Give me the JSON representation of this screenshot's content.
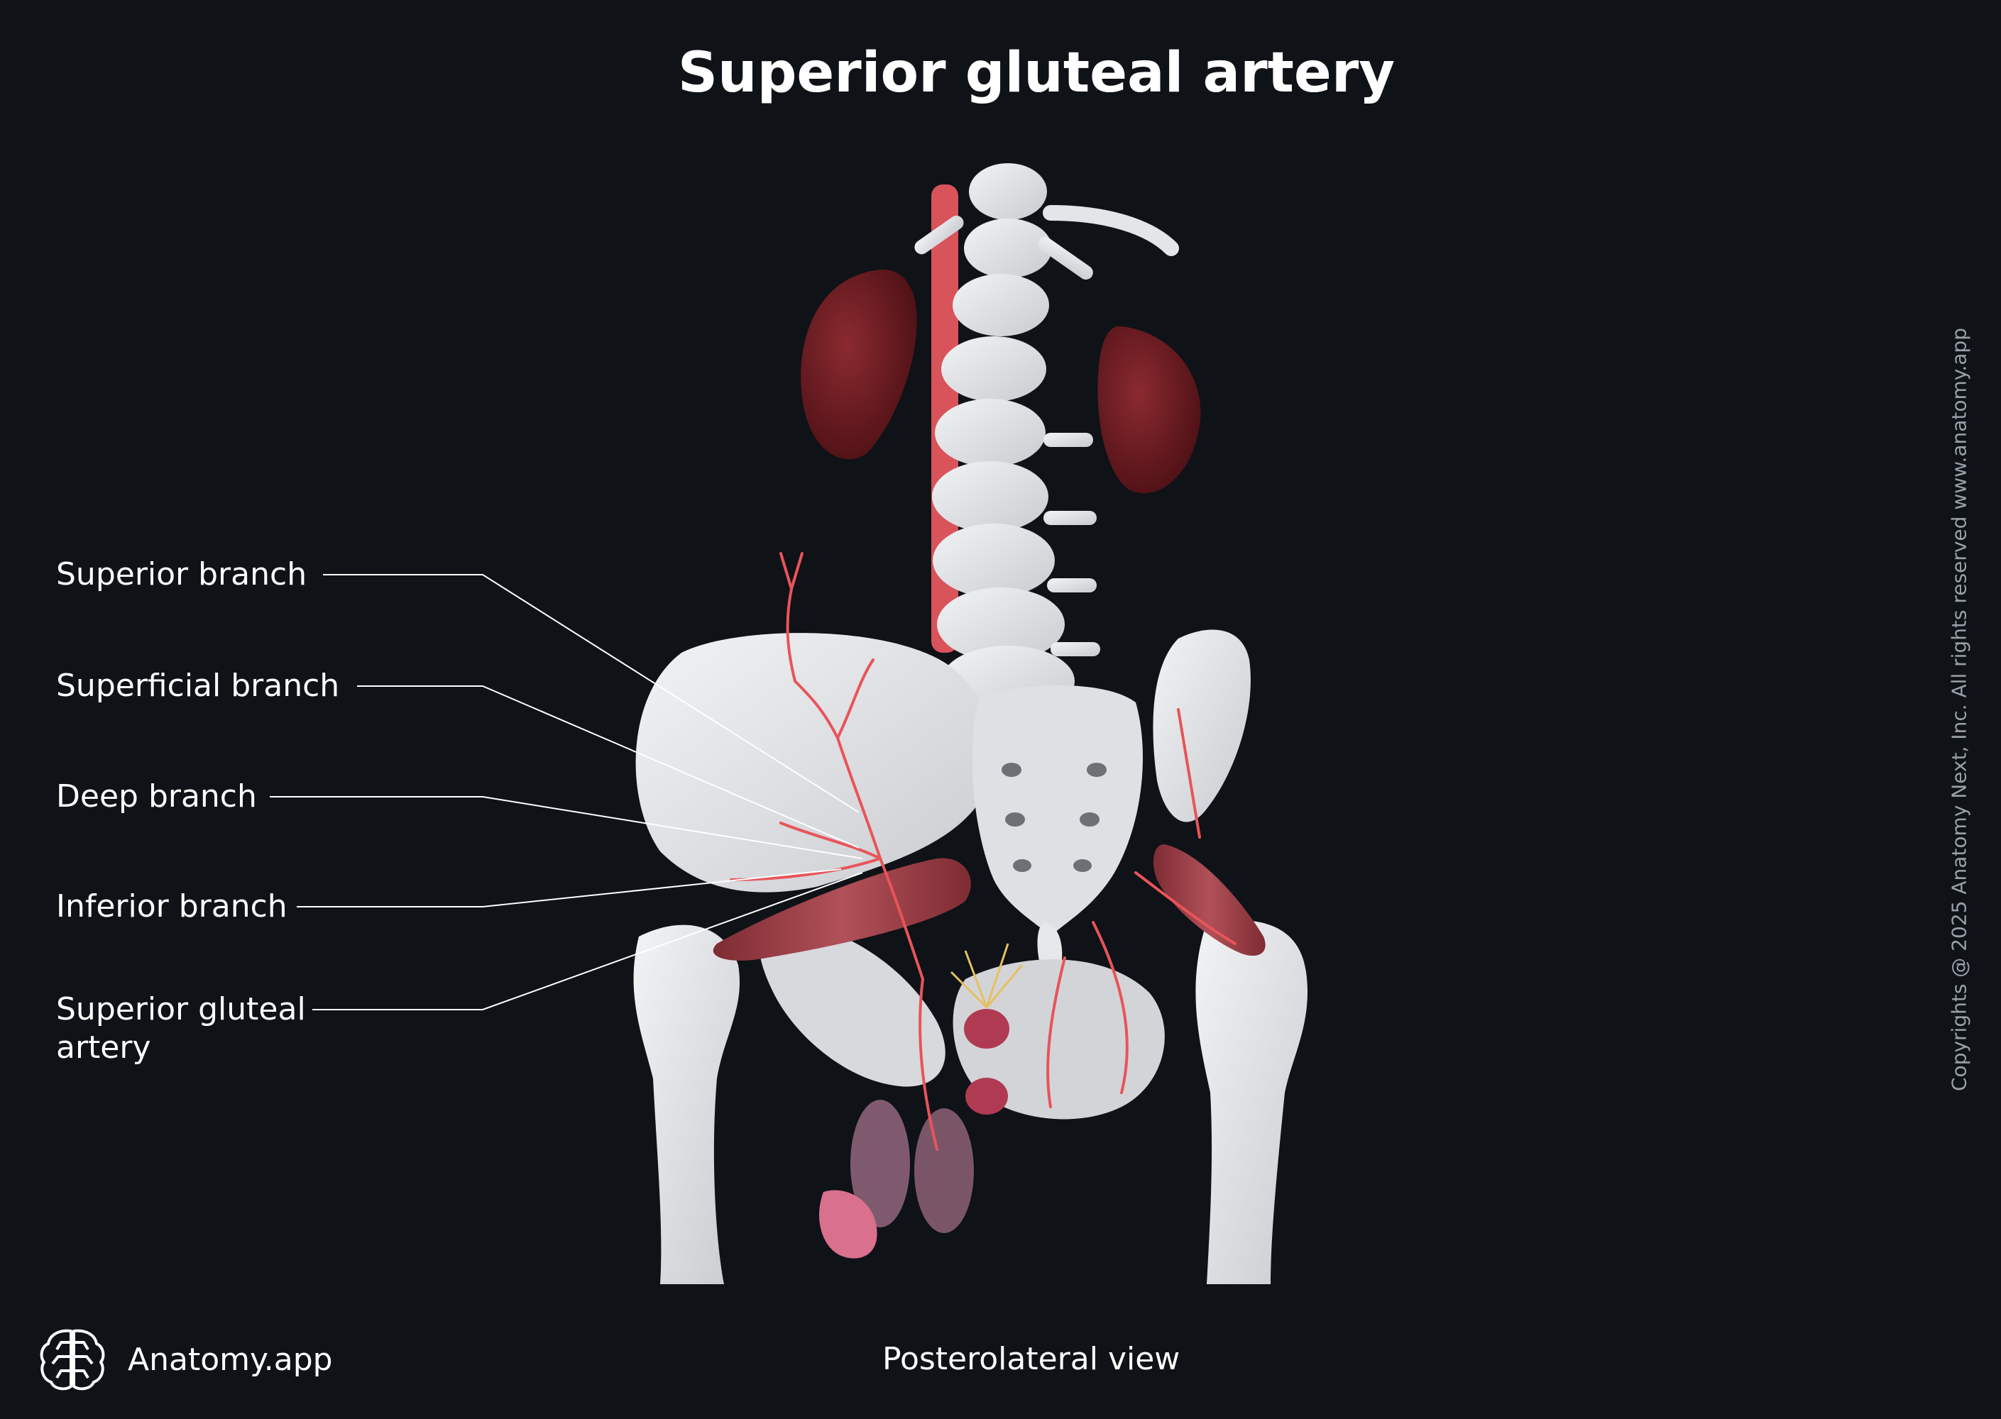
{
  "title": "Superior gluteal artery",
  "labels": [
    {
      "id": "superior-branch",
      "text": "Superior branch"
    },
    {
      "id": "superficial-branch",
      "text": "Superficial branch"
    },
    {
      "id": "deep-branch",
      "text": "Deep branch"
    },
    {
      "id": "inferior-branch",
      "text": "Inferior branch"
    },
    {
      "id": "superior-gluteal-artery",
      "line1": "Superior gluteal",
      "line2": "artery"
    }
  ],
  "view_caption": "Posterolateral view",
  "brand": {
    "name": "Anatomy.app",
    "logo_icon": "brain-icon"
  },
  "copyright": "Copyrights @ 2025 Anatomy Next, Inc. All rights reserved www.anatomy.app",
  "colors": {
    "background": "#0f1217",
    "bone": "#e6e7e9",
    "artery": "#e8545a",
    "muscle": "#9c3d43",
    "kidney": "#6a1a1f",
    "leader_line": "#ffffff"
  }
}
